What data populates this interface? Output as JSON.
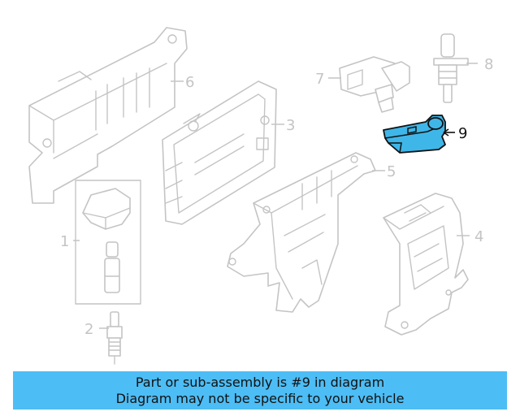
{
  "callouts": {
    "c1": "1",
    "c2": "2",
    "c3": "3",
    "c4": "4",
    "c5": "5",
    "c6": "6",
    "c7": "7",
    "c8": "8",
    "c9": "9"
  },
  "highlighted_part": "9",
  "colors": {
    "highlight_fill": "#3fb6e8",
    "banner_bg": "#4dbdf5",
    "line_gray": "#c4c4c4"
  },
  "banner": {
    "line1": "Part or sub-assembly is #9 in diagram",
    "line2": "Diagram may not be specific to your vehicle"
  }
}
